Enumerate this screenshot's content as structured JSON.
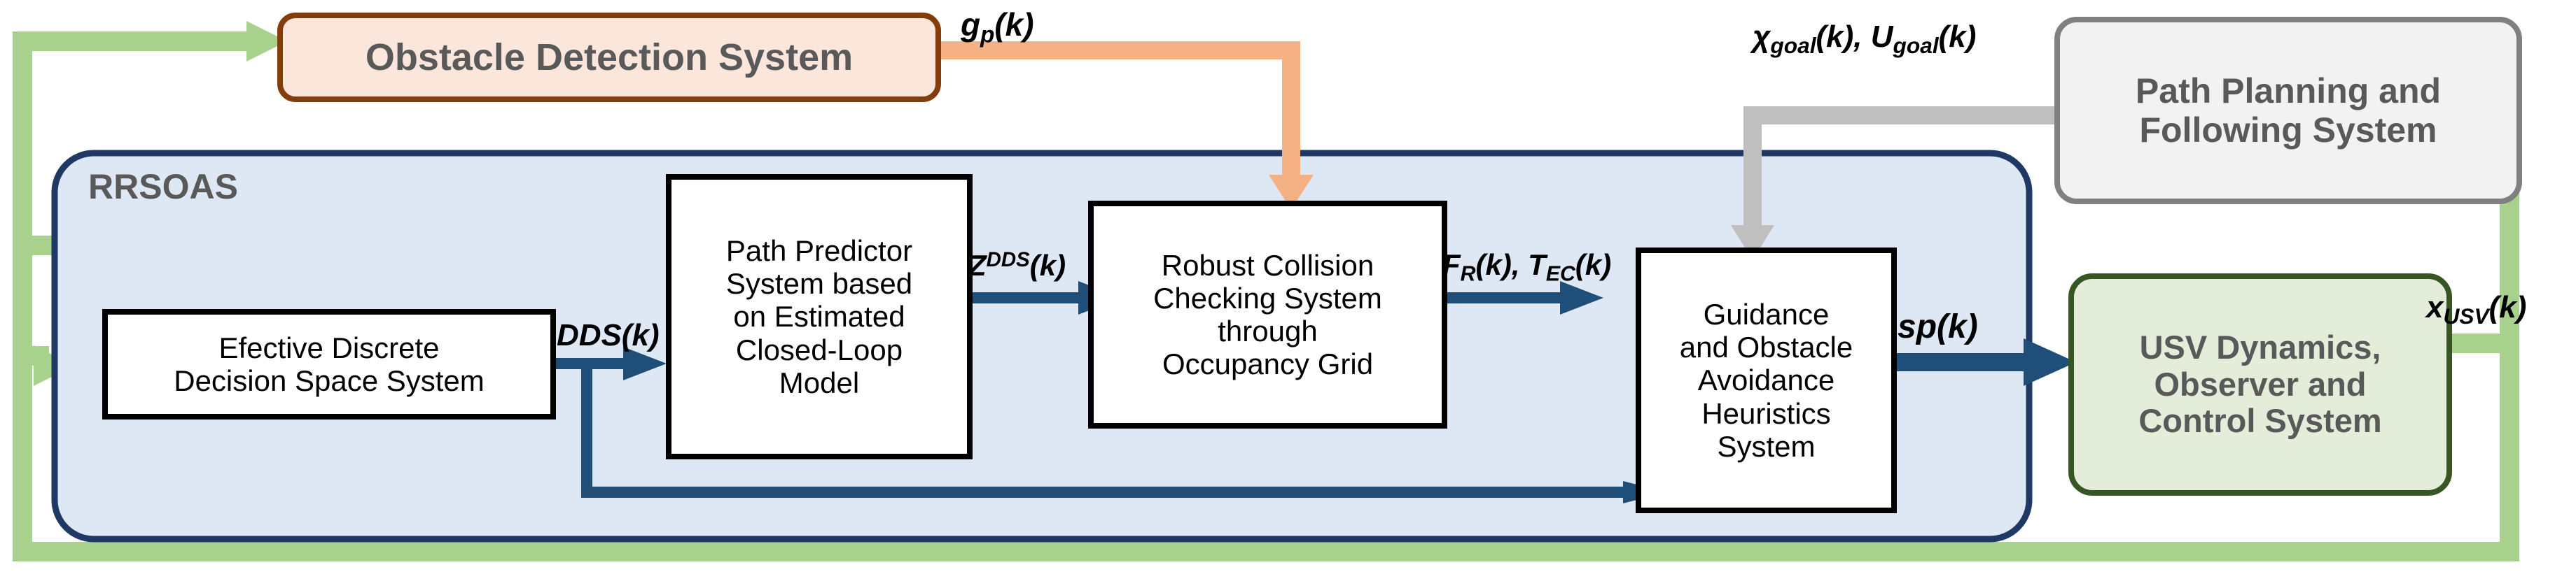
{
  "diagram": {
    "title": "RRSOAS control architecture block diagram",
    "container_label": "RRSOAS"
  },
  "blocks": {
    "obstacle_detection": {
      "label": "Obstacle Detection System",
      "fill": "#FAE6DA",
      "stroke": "#833C0B",
      "text_color": "#595959"
    },
    "path_planning": {
      "label": "Path Planning and\nFollowing System",
      "line1": "Path Planning and",
      "line2": "Following System",
      "fill": "#F2F2F2",
      "stroke": "#808080",
      "text_color": "#595959"
    },
    "usv_dynamics": {
      "line1": "USV Dynamics,",
      "line2": "Observer and",
      "line3": "Control System",
      "fill": "#E3EDD9",
      "stroke": "#375623",
      "text_color": "#595959"
    },
    "effective_dds": {
      "line1": "Efective Discrete",
      "line2": "Decision Space System",
      "fill": "#FFFFFF",
      "stroke": "#000000",
      "text_color": "#000000"
    },
    "path_predictor": {
      "line1": "Path Predictor",
      "line2": "System based",
      "line3": "on Estimated",
      "line4": "Closed-Loop",
      "line5": "Model",
      "fill": "#FFFFFF",
      "stroke": "#000000",
      "text_color": "#000000"
    },
    "robust_collision": {
      "line1": "Robust Collision",
      "line2": "Checking System",
      "line3": "through",
      "line4": "Occupancy Grid",
      "fill": "#FFFFFF",
      "stroke": "#000000",
      "text_color": "#000000"
    },
    "guidance": {
      "line1": "Guidance",
      "line2": "and Obstacle",
      "line3": "Avoidance",
      "line4": "Heuristics",
      "line5": "System",
      "fill": "#FFFFFF",
      "stroke": "#000000",
      "text_color": "#000000"
    }
  },
  "container": {
    "label": "RRSOAS",
    "fill": "#DEE8F5",
    "stroke": "#1F3864",
    "text_color": "#595959"
  },
  "signals": {
    "gp": {
      "base": "g",
      "sub": "p",
      "tail": "(k)",
      "plain": "g_p(k)"
    },
    "chi_u_goal": {
      "plain": "χ_goal(k), U_goal(k)"
    },
    "dds": {
      "plain": "DDS(k)"
    },
    "z_dds": {
      "base": "Z",
      "sup": "DDS",
      "tail": "(k)",
      "plain": "Z^DDS(k)"
    },
    "fr_tec": {
      "plain": "F_R(k), T_EC(k)"
    },
    "sp": {
      "plain": "sp(k)"
    },
    "x_usv": {
      "base": "x",
      "sub": "USV",
      "tail": "(k)",
      "plain": "x_USV(k)"
    }
  },
  "arrow_colors": {
    "green": "#A9D18E",
    "orange": "#F4B183",
    "grey": "#BFBFBF",
    "dark_blue": "#1F4E79"
  }
}
